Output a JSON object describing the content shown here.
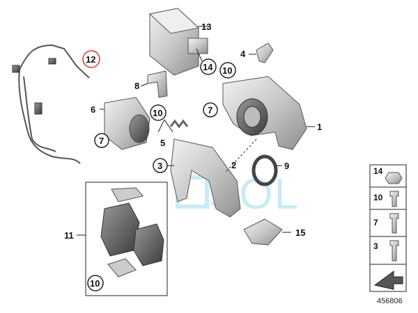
{
  "callouts": {
    "c1": "1",
    "c2": "2",
    "c3": "3",
    "c4": "4",
    "c5": "5",
    "c6": "6",
    "c7a": "7",
    "c7b": "7",
    "c8": "8",
    "c9": "9",
    "c10a": "10",
    "c10b": "10",
    "c10c": "10",
    "c11": "11",
    "c12": "12",
    "c13": "13",
    "c14": "14",
    "c15": "15"
  },
  "legend": {
    "items": [
      "14",
      "10",
      "7",
      "3"
    ]
  },
  "diagram_id": "456806",
  "watermark": "SOL",
  "colors": {
    "part_fill": "#d9d9d9",
    "part_stroke": "#555555",
    "highlight_ring": "#e0332b",
    "watermark": "#9fdcf0"
  }
}
